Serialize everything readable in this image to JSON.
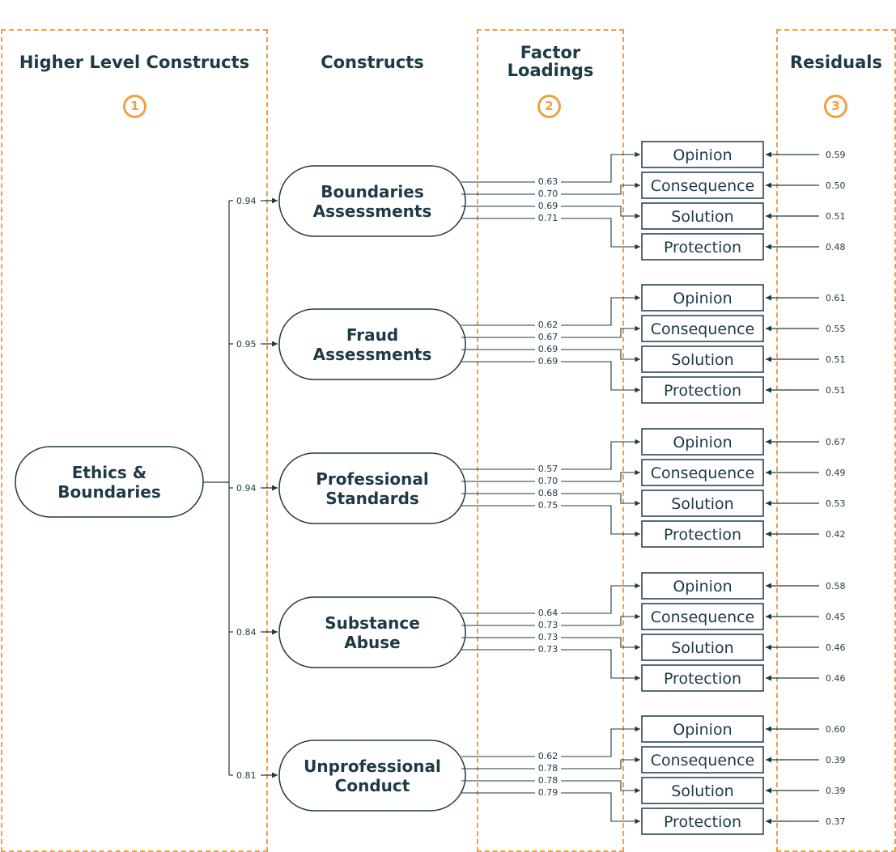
{
  "columns": {
    "higher_level_constructs": {
      "title": "Higher Level Constructs",
      "badge": "1"
    },
    "constructs": {
      "title": "Constructs"
    },
    "factor_loadings": {
      "title_line1": "Factor",
      "title_line2": "Loadings",
      "badge": "2"
    },
    "residuals": {
      "title": "Residuals",
      "badge": "3"
    }
  },
  "colors": {
    "dash": "#f0a040",
    "ink": "#1e3a45"
  },
  "root": {
    "line1": "Ethics &",
    "line2": "Boundaries"
  },
  "indicator_names": [
    "Opinion",
    "Consequence",
    "Solution",
    "Protection"
  ],
  "constructs": [
    {
      "line1": "Boundaries",
      "line2": "Assessments",
      "path": "0.94",
      "loadings": [
        "0.63",
        "0.70",
        "0.69",
        "0.71"
      ],
      "residuals": [
        "0.59",
        "0.50",
        "0.51",
        "0.48"
      ]
    },
    {
      "line1": "Fraud",
      "line2": "Assessments",
      "path": "0.95",
      "loadings": [
        "0.62",
        "0.67",
        "0.69",
        "0.69"
      ],
      "residuals": [
        "0.61",
        "0.55",
        "0.51",
        "0.51"
      ]
    },
    {
      "line1": "Professional",
      "line2": "Standards",
      "path": "0.94",
      "loadings": [
        "0.57",
        "0.70",
        "0.68",
        "0.75"
      ],
      "residuals": [
        "0.67",
        "0.49",
        "0.53",
        "0.42"
      ]
    },
    {
      "line1": "Substance",
      "line2": "Abuse",
      "path": "0.84",
      "loadings": [
        "0.64",
        "0.73",
        "0.73",
        "0.73"
      ],
      "residuals": [
        "0.58",
        "0.45",
        "0.46",
        "0.46"
      ]
    },
    {
      "line1": "Unprofessional",
      "line2": "Conduct",
      "path": "0.81",
      "loadings": [
        "0.62",
        "0.78",
        "0.78",
        "0.79"
      ],
      "residuals": [
        "0.60",
        "0.39",
        "0.39",
        "0.37"
      ]
    }
  ]
}
